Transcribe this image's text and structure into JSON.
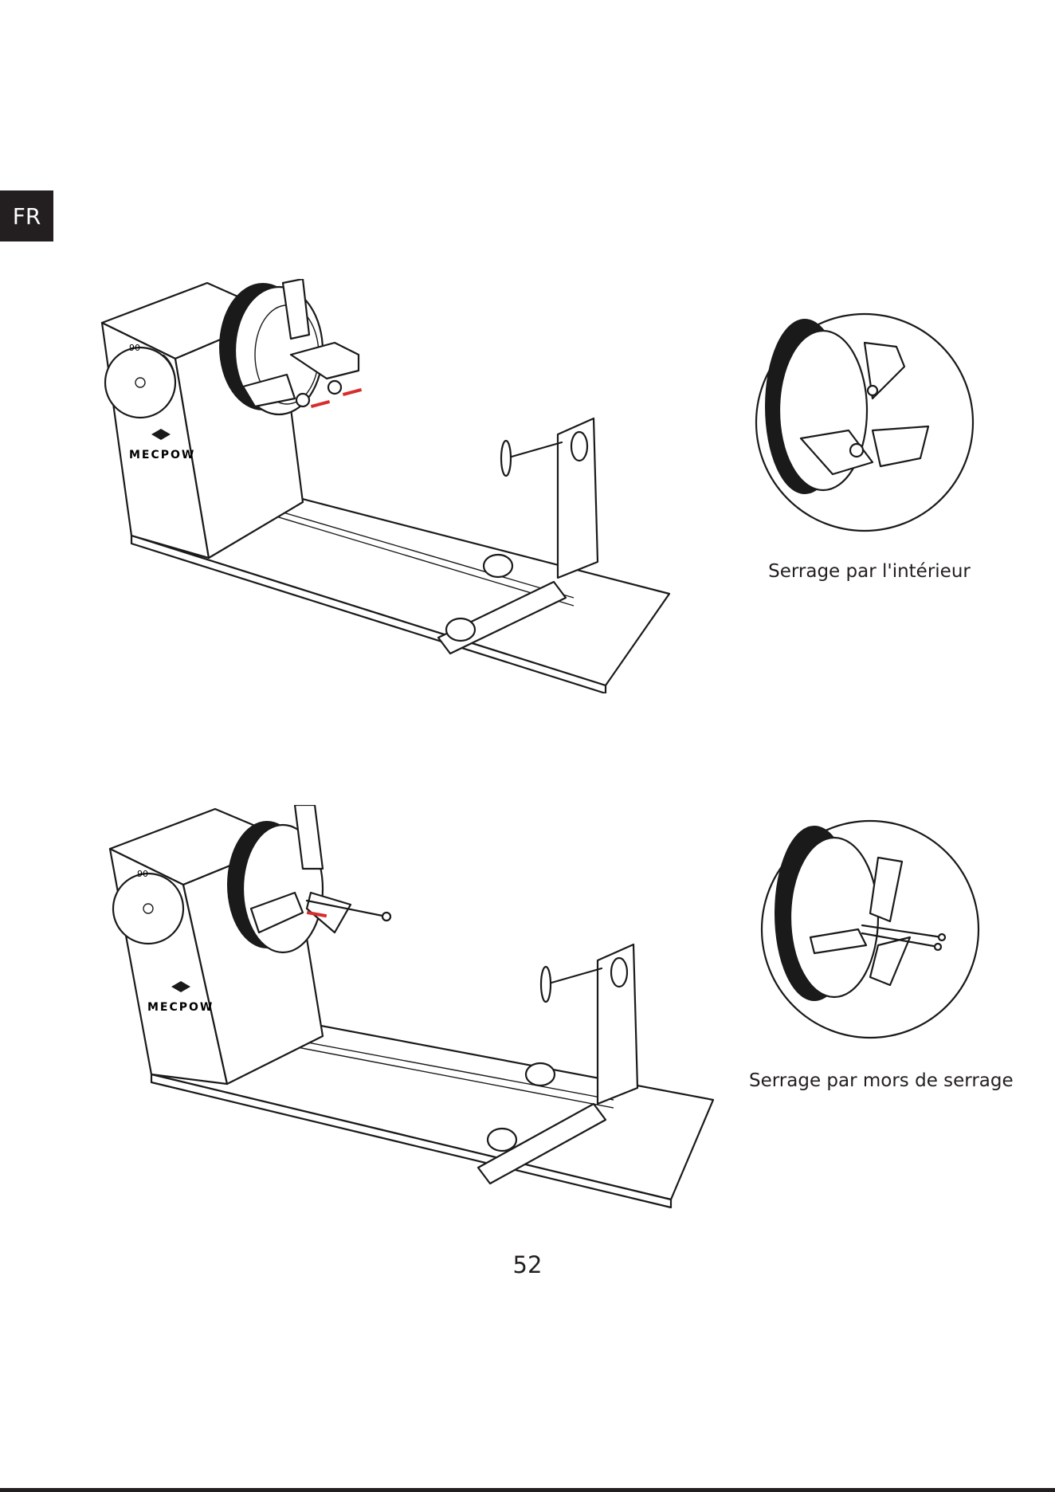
{
  "lang_tab": "FR",
  "brand": "MECPOW",
  "dial_mark": "90",
  "figures": [
    {
      "caption": "Serrage par l'intérieur"
    },
    {
      "caption": "Serrage par mors de serrage"
    }
  ],
  "page_number": "52",
  "colors": {
    "ink": "#231f20",
    "arrow": "#d62d2d"
  }
}
